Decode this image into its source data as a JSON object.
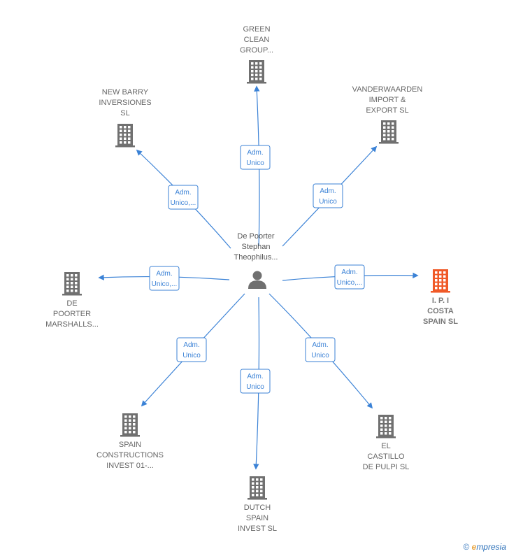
{
  "center": {
    "label": [
      "De Poorter",
      "Stephan",
      "Theophilus..."
    ],
    "icon": "person-icon"
  },
  "companies": [
    {
      "id": "green-clean-group",
      "label": [
        "GREEN",
        "CLEAN",
        "GROUP..."
      ],
      "role": [
        "Adm.",
        "Unico"
      ],
      "highlight": false
    },
    {
      "id": "vanderwaarden",
      "label": [
        "VANDERWAARDEN",
        "IMPORT &",
        "EXPORT SL"
      ],
      "role": [
        "Adm.",
        "Unico"
      ],
      "highlight": false
    },
    {
      "id": "ipi-costa-spain",
      "label": [
        "I. P. I",
        "COSTA",
        "SPAIN SL"
      ],
      "role": [
        "Adm.",
        "Unico,..."
      ],
      "highlight": true
    },
    {
      "id": "el-castillo-de-pulpi",
      "label": [
        "EL",
        "CASTILLO",
        "DE PULPI SL"
      ],
      "role": [
        "Adm.",
        "Unico"
      ],
      "highlight": false
    },
    {
      "id": "dutch-spain-invest",
      "label": [
        "DUTCH",
        "SPAIN",
        "INVEST SL"
      ],
      "role": [
        "Adm.",
        "Unico"
      ],
      "highlight": false
    },
    {
      "id": "spain-constructions",
      "label": [
        "SPAIN",
        "CONSTRUCTIONS",
        "INVEST 01-..."
      ],
      "role": [
        "Adm.",
        "Unico"
      ],
      "highlight": false
    },
    {
      "id": "de-poorter-marshalls",
      "label": [
        "DE",
        "POORTER",
        "MARSHALLS..."
      ],
      "role": [
        "Adm.",
        "Unico,..."
      ],
      "highlight": false
    },
    {
      "id": "new-barry-inversiones",
      "label": [
        "NEW BARRY",
        "INVERSIONES",
        "SL"
      ],
      "role": [
        "Adm.",
        "Unico,..."
      ],
      "highlight": false
    }
  ],
  "colors": {
    "edge": "#3b82d6",
    "building": "#707070",
    "highlight_building": "#f05a28"
  },
  "footer": {
    "copyright": "©",
    "brand_e": "e",
    "brand_rest": "mpresia"
  }
}
